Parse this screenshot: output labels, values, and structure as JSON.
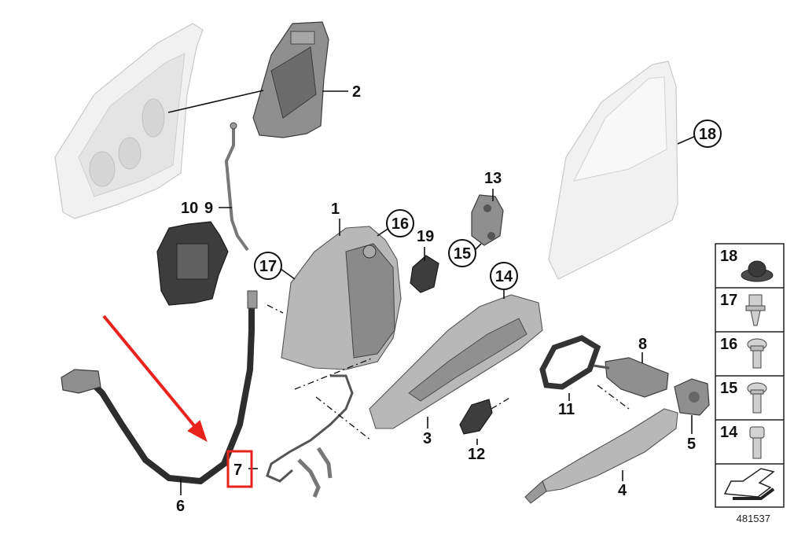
{
  "callouts": {
    "c1": "1",
    "c2": "2",
    "c3": "3",
    "c4": "4",
    "c5": "5",
    "c6": "6",
    "c7": "7",
    "c8": "8",
    "c9": "9",
    "c10": "10",
    "c11": "11",
    "c12": "12",
    "c13": "13",
    "c14": "14",
    "c15": "15",
    "c16": "16",
    "c17": "17",
    "c18": "18",
    "c19": "19"
  },
  "legend": {
    "items": [
      "18",
      "17",
      "16",
      "15",
      "14"
    ]
  },
  "reference_number": "481537",
  "colors": {
    "arrow": "#e8231e",
    "highlight_box": "#e8231e"
  }
}
